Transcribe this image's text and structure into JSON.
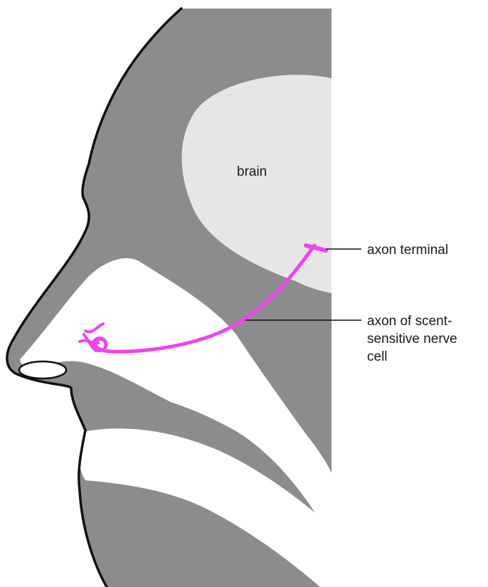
{
  "diagram": {
    "labels": {
      "brain": "brain",
      "axon_terminal": "axon terminal",
      "axon_line1": "axon of scent-",
      "axon_line2": "sensitive nerve",
      "axon_line3": "cell"
    },
    "colors": {
      "tissue": "#8c8c8c",
      "brain": "#e6e6e6",
      "nerve": "#ee44ee",
      "outline": "#111111",
      "cavity": "#ffffff"
    }
  }
}
